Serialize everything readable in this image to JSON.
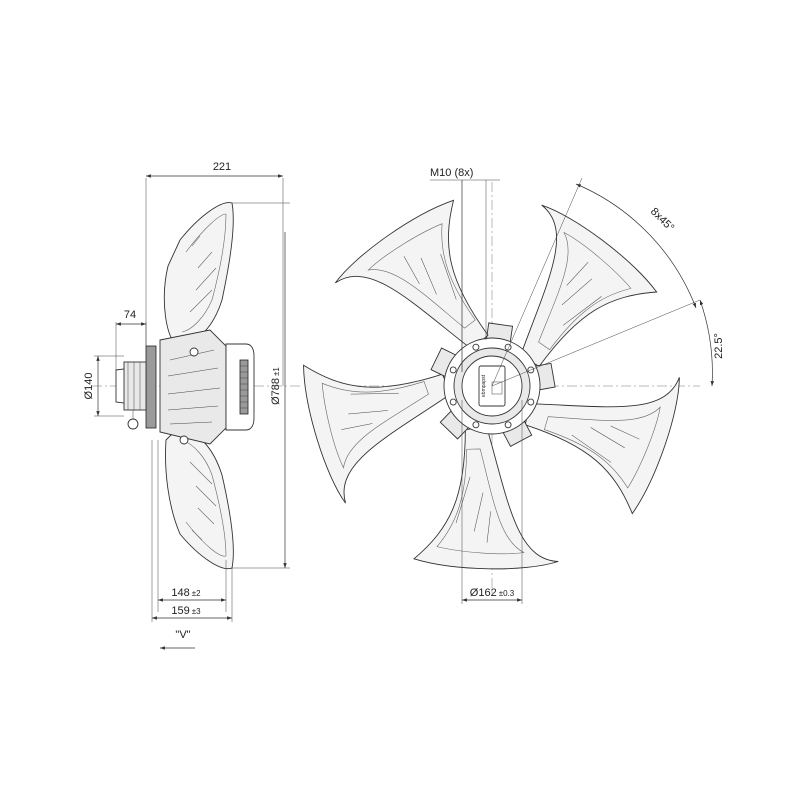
{
  "side_view": {
    "overall_depth": "221",
    "shaft_offset": "74",
    "motor_diameter": "Ø140",
    "outer_diameter": "Ø788",
    "outer_diameter_tol": "±1",
    "depth_a": "148",
    "depth_a_tol": "±2",
    "depth_b": "159",
    "depth_b_tol": "±3",
    "flow_direction": "\"V\""
  },
  "front_view": {
    "thread": "M10 (8x)",
    "hole_pattern": "8x45°",
    "offset_angle": "22.5°",
    "bolt_circle": "Ø162",
    "bolt_circle_tol": "±0.3",
    "brand_label": "ebmpapst"
  }
}
